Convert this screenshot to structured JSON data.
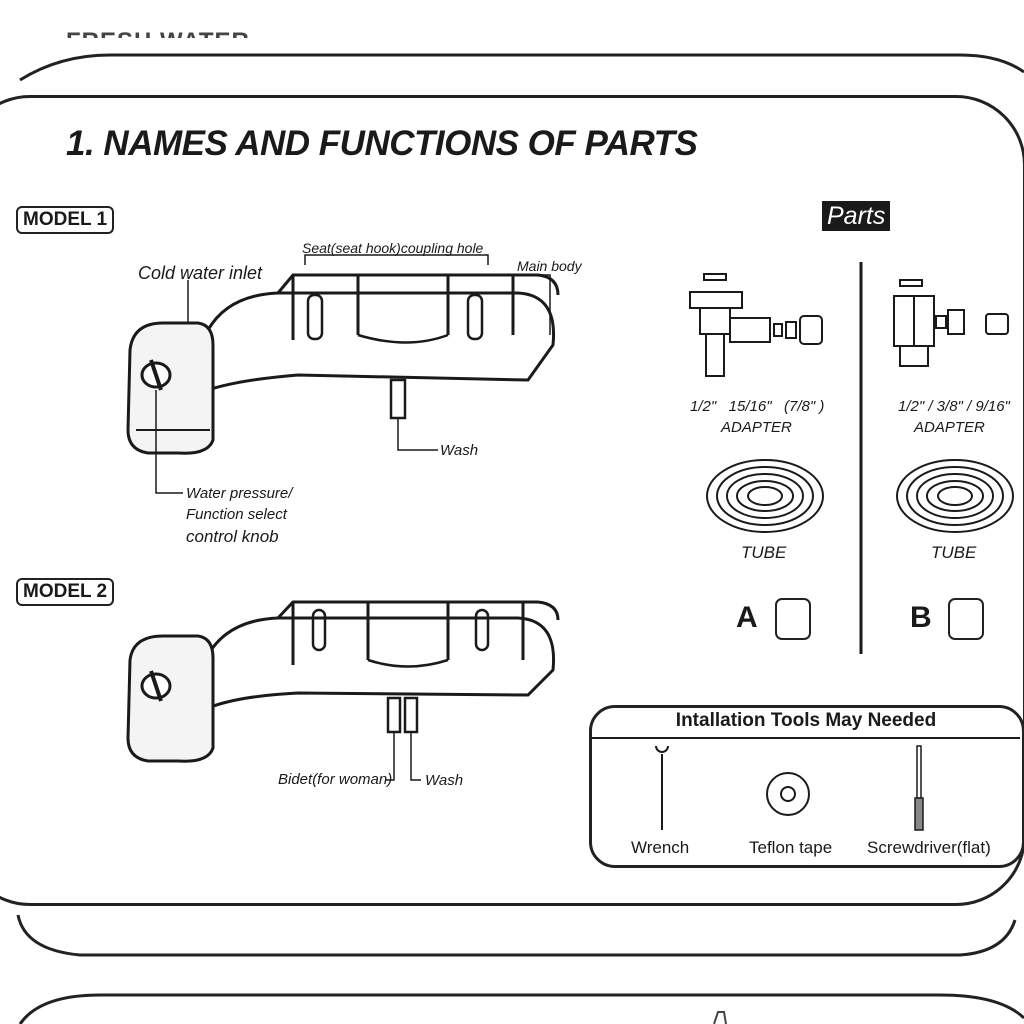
{
  "header": {
    "faded_text": "FRESH WATER"
  },
  "section": {
    "title": "1. NAMES AND FUNCTIONS OF PARTS"
  },
  "model1": {
    "tag": "MODEL 1",
    "labels": {
      "cold_water_inlet": "Cold water inlet",
      "seat_coupling_hole": "Seat(seat hook)coupling hole",
      "main_body": "Main body",
      "wash": "Wash",
      "knob_line1": "Water pressure/",
      "knob_line2": "Function select",
      "knob_line3": "control knob"
    }
  },
  "model2": {
    "tag": "MODEL 2",
    "labels": {
      "bidet": "Bidet(for woman)",
      "wash": "Wash"
    }
  },
  "parts": {
    "tag": "Parts",
    "option_a": {
      "sizes": "1/2\"   15/16\"   (7/8\" )",
      "adapter": "ADAPTER",
      "tube": "TUBE",
      "letter": "A"
    },
    "option_b": {
      "sizes": "1/2\" / 3/8\" / 9/16\"",
      "adapter": "ADAPTER",
      "tube": "TUBE",
      "letter": "B"
    }
  },
  "tools": {
    "title": "Intallation Tools May Needed",
    "items": [
      {
        "label": "Wrench",
        "icon": "wrench-icon"
      },
      {
        "label": "Teflon tape",
        "icon": "teflon-tape-icon"
      },
      {
        "label": "Screwdriver(flat)",
        "icon": "screwdriver-icon"
      }
    ]
  }
}
